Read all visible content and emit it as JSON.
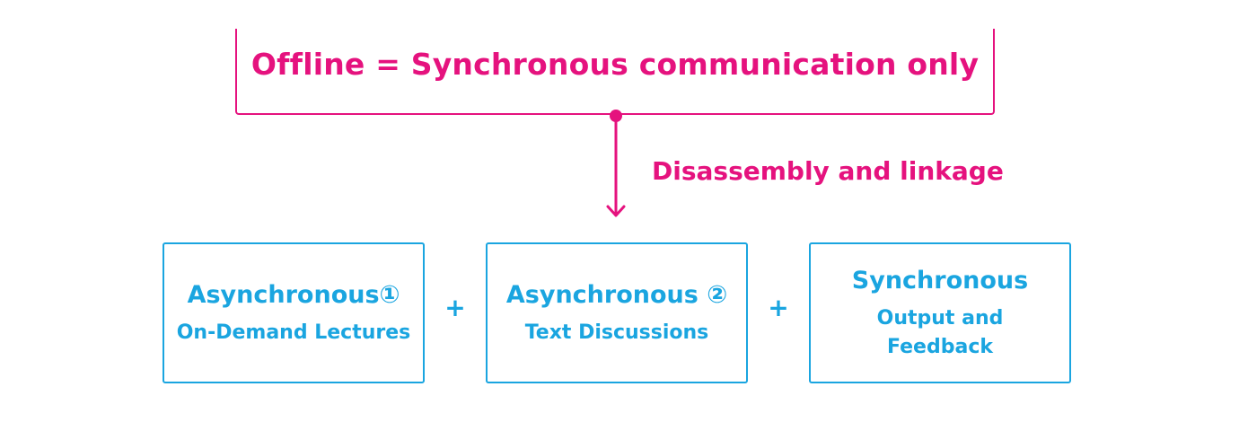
{
  "colors": {
    "accent_pink": "#e5127e",
    "accent_blue": "#1aa5e0"
  },
  "top": {
    "title": "Offline = Synchronous communication only"
  },
  "arrow": {
    "label": "Disassembly and linkage"
  },
  "boxes": [
    {
      "title": "Asynchronous①",
      "subtitle": "On-Demand Lectures"
    },
    {
      "title": "Asynchronous ②",
      "subtitle": "Text Discussions"
    },
    {
      "title": "Synchronous",
      "subtitle": "Output and Feedback"
    }
  ],
  "operators": {
    "plus_1": "+",
    "plus_2": "+"
  }
}
